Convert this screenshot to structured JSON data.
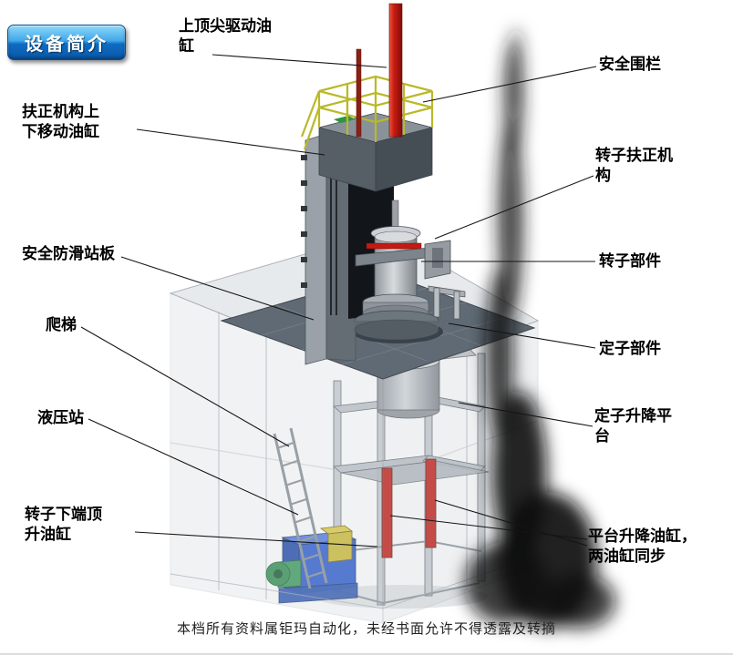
{
  "badge": {
    "label": "设备简介"
  },
  "labels": {
    "top_drive_cylinder": "上顶尖驱动油缸",
    "safety_fence": "安全围栏",
    "centering_move_cylinder": "扶正机构上下移动油缸",
    "rotor_centering_mech": "转子扶正机构",
    "antislip_platform": "安全防滑站板",
    "rotor_part": "转子部件",
    "ladder": "爬梯",
    "stator_part": "定子部件",
    "hydraulic_station": "液压站",
    "stator_lift_platform": "定子升降平台",
    "rotor_jack_cylinder": "转子下端顶升油缸",
    "platform_lift_cylinders": "平台升降油缸，两油缸同步"
  },
  "footer": {
    "text": "本档所有资料属钜玛自动化，未经书面允许不得透露及转摘"
  },
  "colors": {
    "badge_blue": "#1173c8",
    "cylinder_red": "#c41a12",
    "railing_yellow": "#b9b92a",
    "hydraulic_blue": "#2858cc",
    "platform_gray": "#5f6a74",
    "enclosure_gray": "#dde2e6"
  }
}
